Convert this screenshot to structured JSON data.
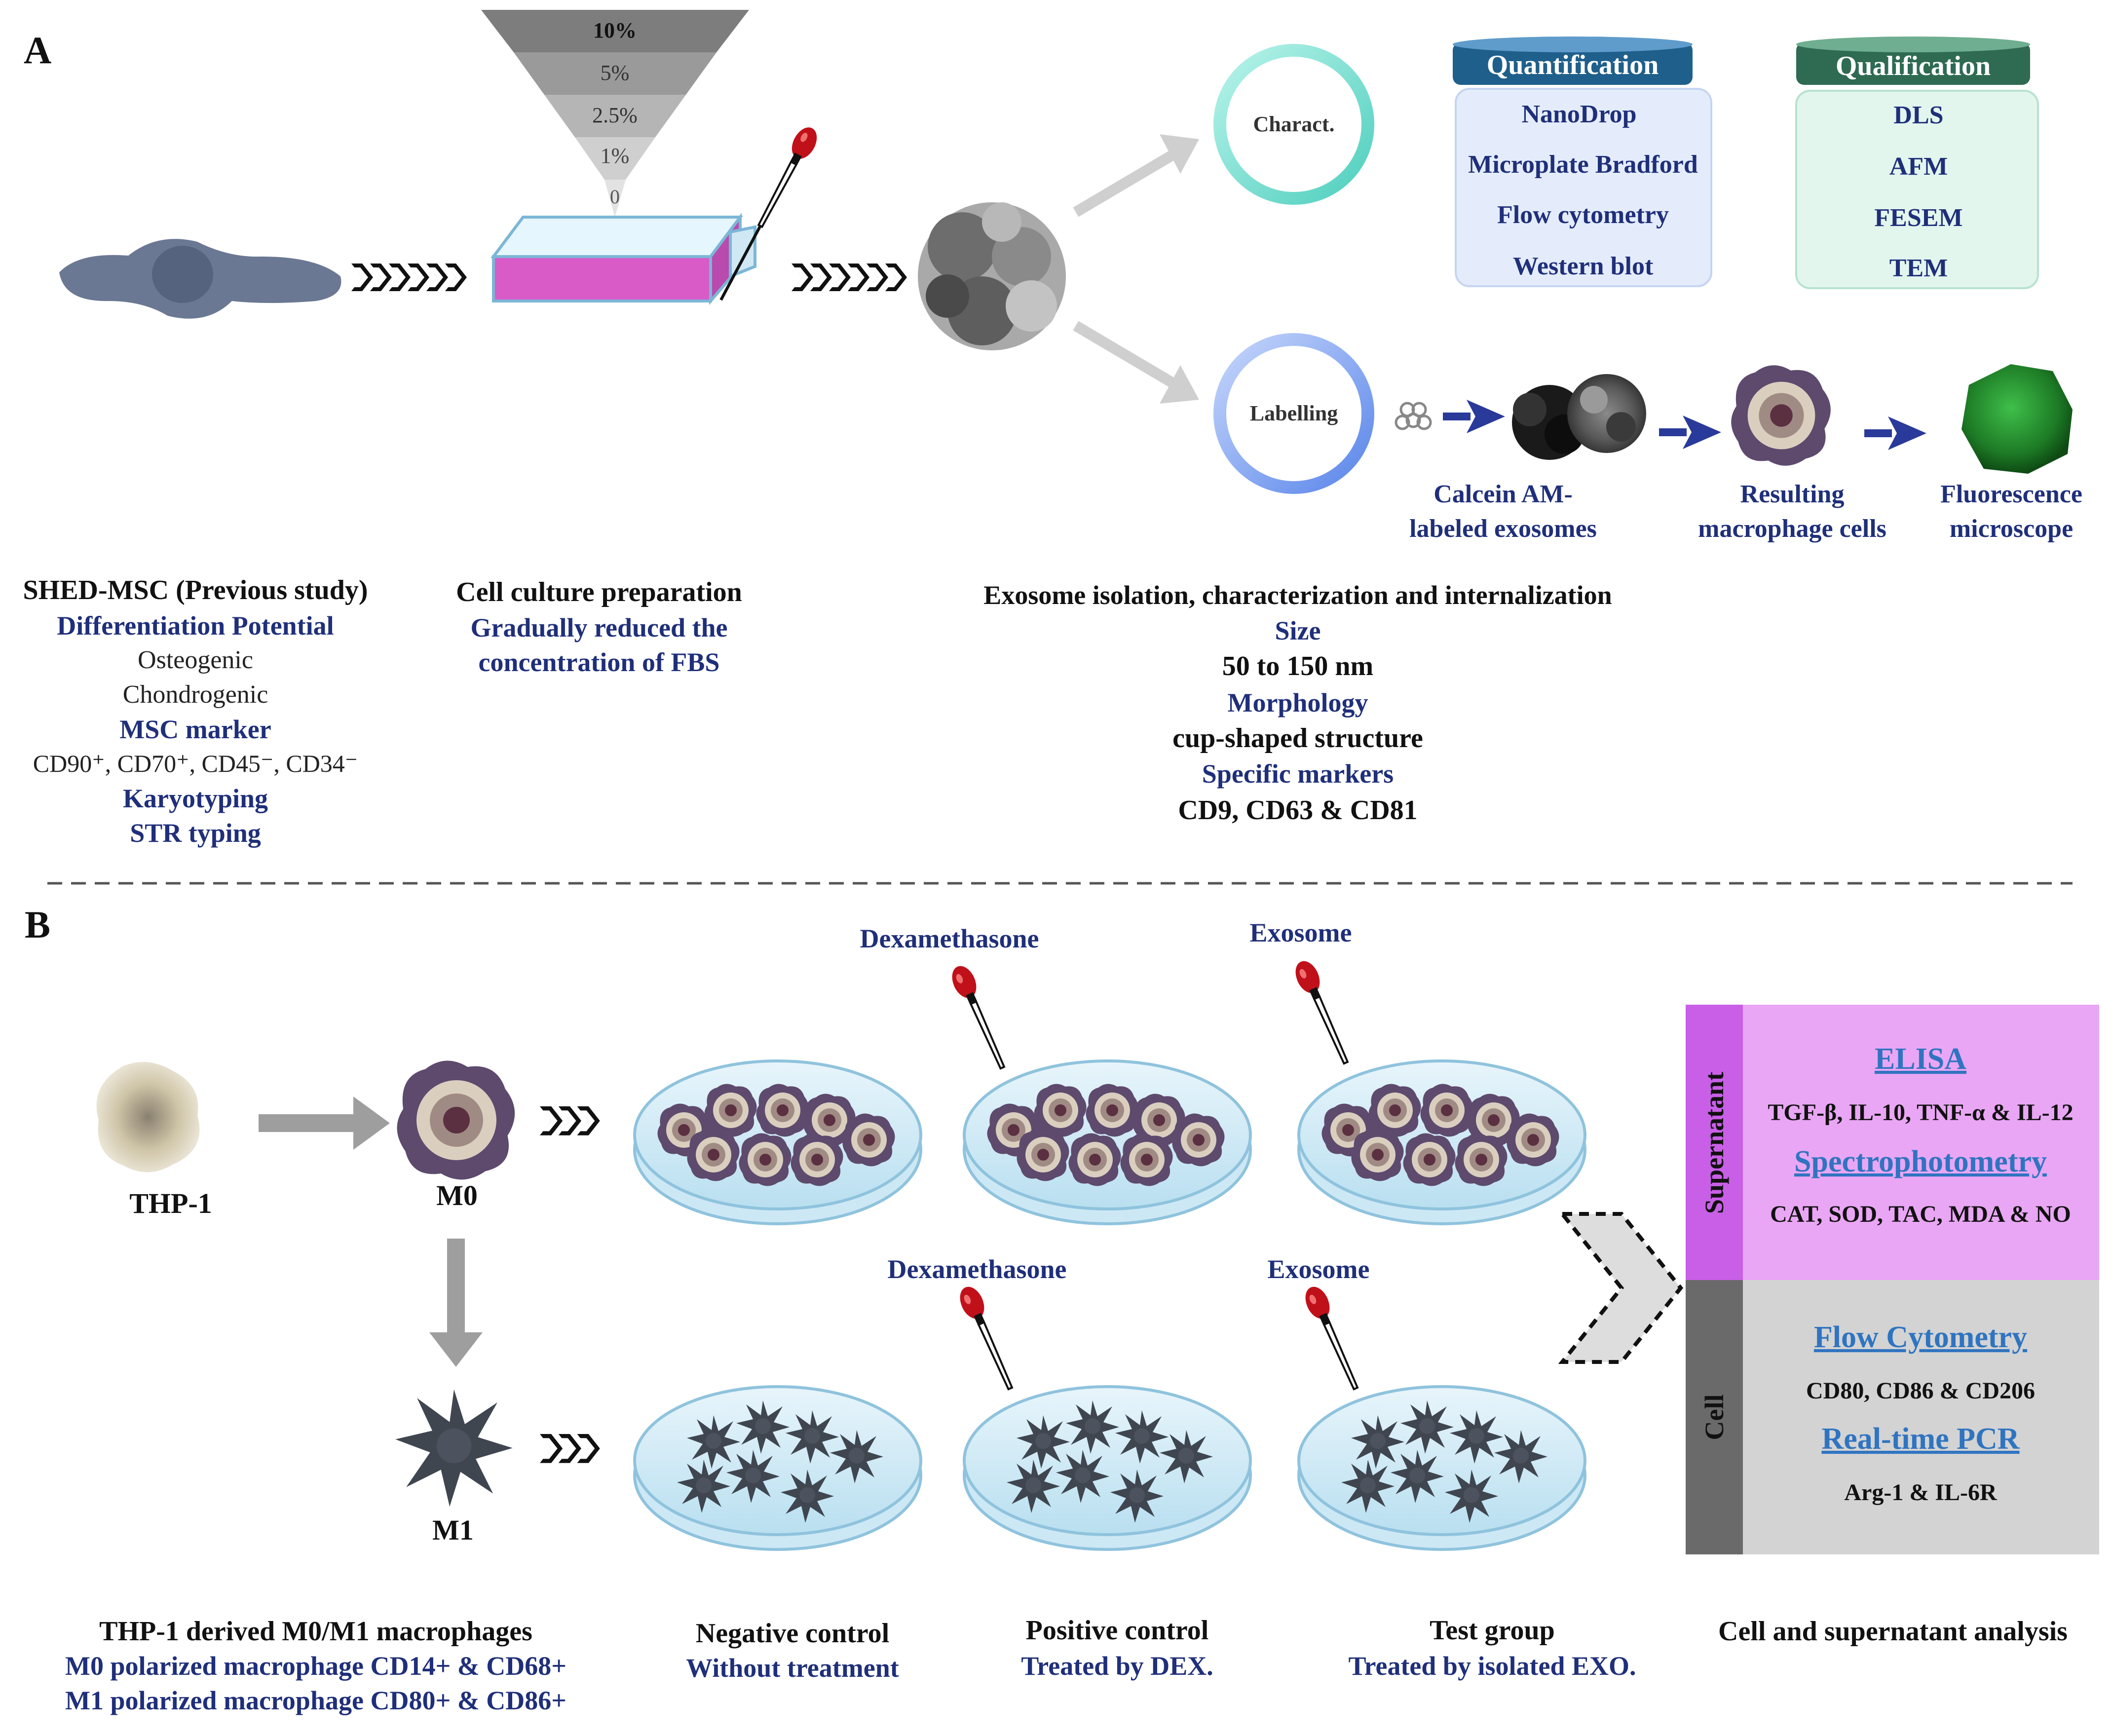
{
  "colors": {
    "navy_text": "#1f2f7a",
    "link_blue": "#2f74c0",
    "quant_header": "#1f5f8b",
    "qual_header": "#2e6b52",
    "supernatant": "#c85fe6",
    "supernatant_light": "#e9a6f4",
    "cell_dark": "#6a6a6a",
    "cell_light": "#d3d3d3",
    "flask_pink": "#d85bc8",
    "charact_ring": "#6fe0d0",
    "labelling_ring": "#6f9cf0",
    "arrow_navy": "#2a3a9a",
    "dish_blue": "#cde8f5",
    "fluorescence_green": "#1f8a2e"
  },
  "panel_a": {
    "letter": "A",
    "fbs_levels": [
      "10%",
      "5%",
      "2.5%",
      "1%",
      "0"
    ],
    "charact_label": "Charact.",
    "labelling_label": "Labelling",
    "quantification": {
      "header": "Quantification",
      "items": [
        "NanoDrop",
        "Microplate Bradford",
        "Flow cytometry",
        "Western blot"
      ]
    },
    "qualification": {
      "header": "Qualification",
      "items": [
        "DLS",
        "AFM",
        "FESEM",
        "TEM"
      ]
    },
    "labelling_flow": {
      "step1": [
        "Calcein AM-",
        "labeled exosomes"
      ],
      "step2": [
        "Resulting",
        "macrophage cells"
      ],
      "step3": [
        "Fluorescence",
        "microscope"
      ]
    },
    "shed": {
      "title": "SHED-MSC (Previous study)",
      "diff_head": "Differentiation Potential",
      "diff_items": [
        "Osteogenic",
        "Chondrogenic"
      ],
      "marker_head": "MSC marker",
      "marker_items": "CD90⁺, CD70⁺, CD45⁻, CD34⁻",
      "karyotyping": "Karyotyping",
      "str": "STR typing"
    },
    "culture": {
      "title": "Cell culture preparation",
      "desc": [
        "Gradually reduced the",
        "concentration of FBS"
      ]
    },
    "exosome": {
      "title": "Exosome isolation, characterization and internalization",
      "size_head": "Size",
      "size_val": "50 to 150 nm",
      "morph_head": "Morphology",
      "morph_val": "cup-shaped structure",
      "markers_head": "Specific markers",
      "markers_val": "CD9, CD63 & CD81"
    }
  },
  "panel_b": {
    "letter": "B",
    "thp1": "THP-1",
    "m0": "M0",
    "m1": "M1",
    "dex_label": "Dexamethasone",
    "exo_label": "Exosome",
    "supernatant": {
      "tag": "Supernatant",
      "elisa": "ELISA",
      "elisa_items": "TGF-β, IL-10, TNF-α & IL-12",
      "spectro": "Spectrophotometry",
      "spectro_items": "CAT, SOD, TAC, MDA & NO"
    },
    "cell": {
      "tag": "Cell",
      "flow": "Flow Cytometry",
      "flow_items": "CD80, CD86 & CD206",
      "pcr": "Real-time PCR",
      "pcr_items": "Arg-1 & IL-6R"
    },
    "captions": {
      "thp": {
        "title": "THP-1 derived M0/M1 macrophages",
        "line1": "M0 polarized macrophage CD14+ & CD68+",
        "line2": "M1 polarized macrophage CD80+ & CD86+"
      },
      "neg": {
        "title": "Negative control",
        "sub": "Without treatment"
      },
      "pos": {
        "title": "Positive control",
        "sub": "Treated by DEX."
      },
      "test": {
        "title": "Test group",
        "sub": "Treated by isolated EXO."
      },
      "analysis": {
        "title": "Cell and supernatant analysis"
      }
    }
  }
}
